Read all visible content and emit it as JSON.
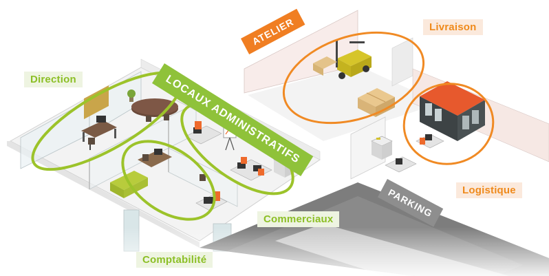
{
  "labels": {
    "direction": "Direction",
    "livraison": "Livraison",
    "logistique": "Logistique",
    "commerciaux": "Commerciaux",
    "comptabilite": "Comptabilité"
  },
  "banners": {
    "atelier": "ATELIER",
    "locaux": "LOCAUX ADMINISTRATIFS",
    "parking": "PARKING"
  },
  "colors": {
    "green": "#9cc32a",
    "orange": "#f08a24",
    "banner_green": "#8fc23a",
    "banner_orange": "#f07e22",
    "banner_gray": "#8e8e8e",
    "floor": "#f4f4f4",
    "wall": "#e9e9e9"
  },
  "icons": [
    "forklift-icon",
    "box-stack-icon",
    "chair-icon",
    "desk-icon",
    "sofa-icon",
    "plant-icon",
    "flipchart-icon",
    "printer-icon",
    "shelving-unit-icon",
    "meeting-table-icon"
  ]
}
